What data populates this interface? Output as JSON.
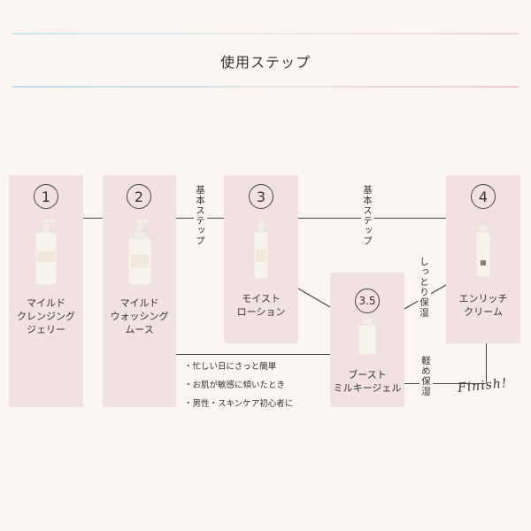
{
  "title": "使用ステップ",
  "steps": [
    {
      "num": "1",
      "label": "マイルド\nクレンジング\nジェリー",
      "product_icon": "pump-bottle-icon"
    },
    {
      "num": "2",
      "label": "マイルド\nウォッシング\nムース",
      "product_icon": "foam-pump-bottle-icon"
    },
    {
      "num": "3",
      "label": "モイスト\nローション",
      "product_icon": "lotion-bottle-icon"
    },
    {
      "num": "3.5",
      "label": "ブースト\nミルキージェル",
      "product_icon": "jar-icon"
    },
    {
      "num": "4",
      "label": "エンリッチ\nクリーム",
      "product_icon": "cream-bottle-icon"
    }
  ],
  "connectors": {
    "basic_step_1": "基本ステップ",
    "basic_step_2": "基本ステップ",
    "moist": "しっとり保湿",
    "light": "軽め保湿"
  },
  "notes": [
    "・忙しい日にさっと簡単",
    "・お肌が敏感に傾いたとき",
    "・男性・スキンケア初心者に"
  ],
  "finish": "Finish!",
  "colors": {
    "background": "#fbf6f2",
    "box": "#f1e1e2",
    "line": "#444444"
  }
}
